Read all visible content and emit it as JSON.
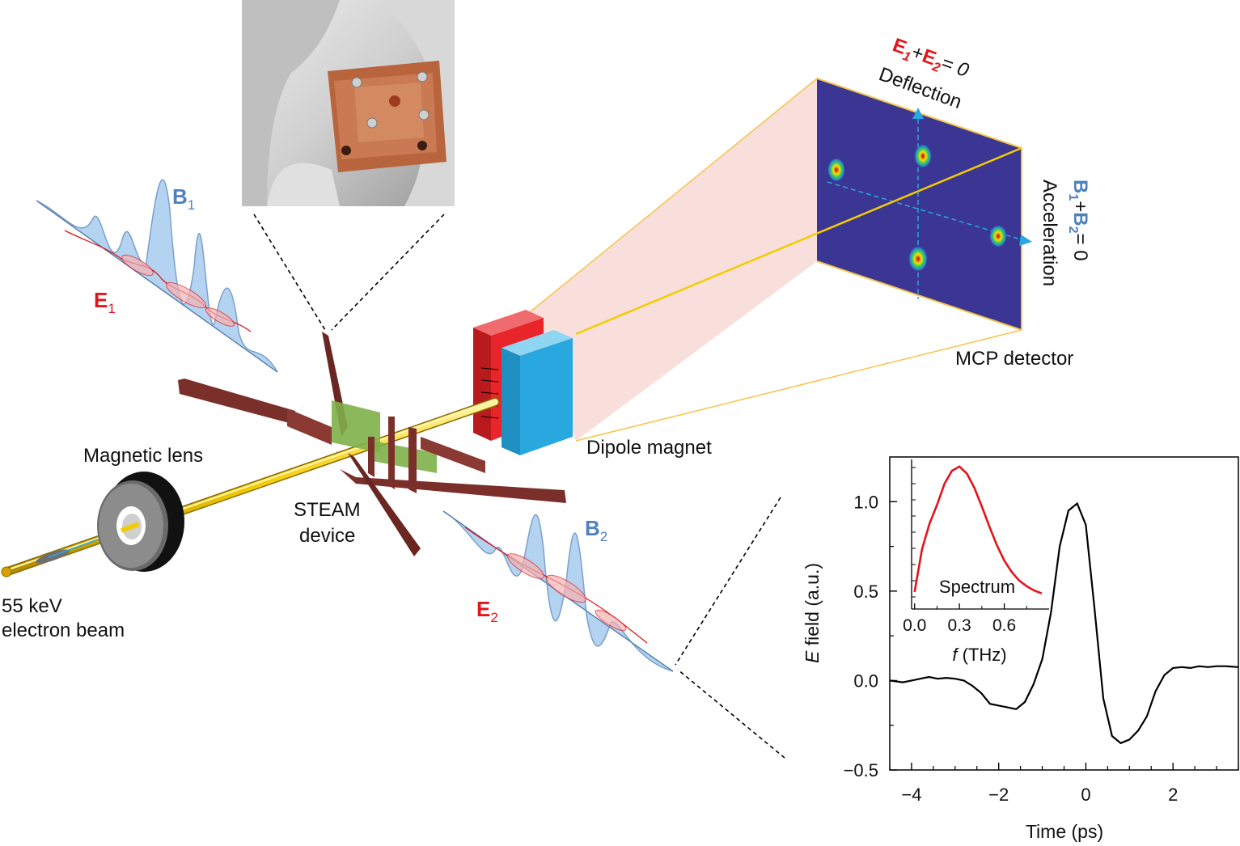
{
  "labels": {
    "b1": "B",
    "b1_sub": "1",
    "e1": "E",
    "e1_sub": "1",
    "b2": "B",
    "b2_sub": "2",
    "e2": "E",
    "e2_sub": "2",
    "magnetic_lens": "Magnetic lens",
    "beam_line1": "55 keV",
    "beam_line2": "electron beam",
    "steam_line1": "STEAM",
    "steam_line2": "device",
    "dipole_magnet": "Dipole magnet",
    "mcp_detector": "MCP detector",
    "deflection": "Deflection",
    "acceleration": "Acceleration",
    "eq_top": {
      "e": "E",
      "e1": "1",
      "plus": "+",
      "e2": "2",
      "rhs": "= 0"
    },
    "eq_side": {
      "b": "B",
      "b1": "1",
      "plus": "+",
      "b2": "2",
      "rhs": "= 0"
    }
  },
  "colors": {
    "e_field": "#e3141b",
    "b_field": "#4f81bd",
    "beam": "#f2cc00",
    "detector": "#3b3593",
    "dipole_red": "#e8252b",
    "dipole_blue": "#29a8e0",
    "plates": "#7b2f2a",
    "crystal": "#7fb04a"
  },
  "chart_data": [
    {
      "type": "line",
      "title": "",
      "xlabel": "Time (ps)",
      "ylabel_italic": "E",
      "ylabel_rest": " field (a.u.)",
      "xlim": [
        -4.5,
        3.5
      ],
      "ylim": [
        -0.5,
        1.25
      ],
      "xticks": [
        -4,
        -2,
        0,
        2
      ],
      "xtick_labels": [
        "−4",
        "−2",
        "0",
        "2"
      ],
      "yticks": [
        -0.5,
        0.0,
        0.5,
        1.0
      ],
      "ytick_labels": [
        "−0.5",
        "0.0",
        "0.5",
        "1.0"
      ],
      "series": [
        {
          "x": [
            -4.5,
            -4.2,
            -4.0,
            -3.8,
            -3.6,
            -3.4,
            -3.2,
            -3.0,
            -2.8,
            -2.6,
            -2.4,
            -2.2,
            -2.0,
            -1.8,
            -1.6,
            -1.4,
            -1.2,
            -1.0,
            -0.8,
            -0.6,
            -0.4,
            -0.2,
            0.0,
            0.2,
            0.4,
            0.6,
            0.8,
            1.0,
            1.2,
            1.4,
            1.6,
            1.8,
            2.0,
            2.2,
            2.4,
            2.6,
            2.8,
            3.0,
            3.2,
            3.5
          ],
          "y": [
            0.0,
            -0.01,
            0.0,
            0.01,
            0.02,
            0.01,
            0.015,
            0.01,
            0.0,
            -0.03,
            -0.07,
            -0.13,
            -0.14,
            -0.15,
            -0.16,
            -0.12,
            -0.02,
            0.12,
            0.38,
            0.75,
            0.95,
            0.99,
            0.87,
            0.4,
            -0.1,
            -0.31,
            -0.35,
            -0.33,
            -0.28,
            -0.2,
            -0.06,
            0.03,
            0.07,
            0.075,
            0.07,
            0.08,
            0.075,
            0.08,
            0.08,
            0.075
          ],
          "color": "#000000"
        }
      ]
    },
    {
      "type": "line",
      "title": "Spectrum",
      "xlabel_italic": "f",
      "xlabel_rest": " (THz)",
      "ylabel": "",
      "xlim": [
        -0.02,
        0.9
      ],
      "ylim": [
        0,
        1.05
      ],
      "xticks": [
        0.0,
        0.3,
        0.6
      ],
      "xtick_labels": [
        "0.0",
        "0.3",
        "0.6"
      ],
      "series": [
        {
          "x": [
            0.0,
            0.05,
            0.1,
            0.15,
            0.2,
            0.25,
            0.3,
            0.35,
            0.4,
            0.45,
            0.5,
            0.55,
            0.6,
            0.65,
            0.7,
            0.75,
            0.8,
            0.85
          ],
          "y": [
            0.12,
            0.42,
            0.6,
            0.73,
            0.88,
            0.97,
            1.0,
            0.95,
            0.85,
            0.72,
            0.58,
            0.45,
            0.34,
            0.26,
            0.2,
            0.16,
            0.13,
            0.11
          ],
          "color": "#e3141b"
        }
      ]
    }
  ]
}
